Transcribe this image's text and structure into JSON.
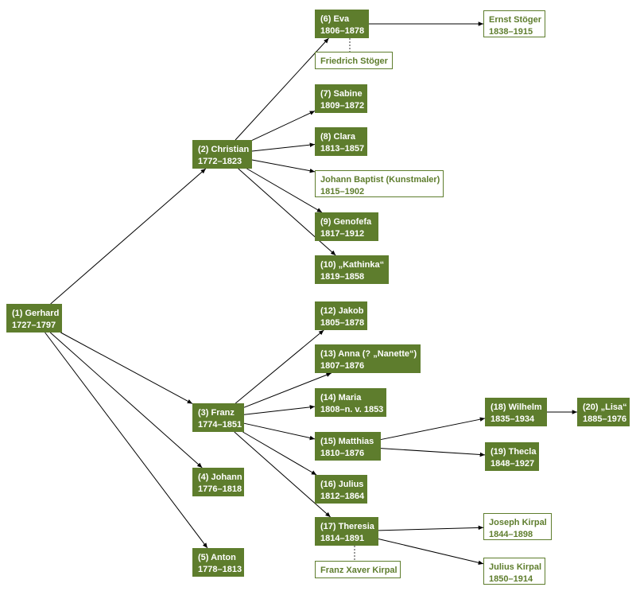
{
  "colors": {
    "fill": "#5e7d2d",
    "outline": "#5e7d2d",
    "edge": "#000000"
  },
  "nodes": {
    "gerhard": {
      "name": "(1) Gerhard",
      "dates": "1727–1797",
      "style": "filled"
    },
    "christian": {
      "name": "(2) Christian",
      "dates": "1772–1823",
      "style": "filled"
    },
    "franz": {
      "name": "(3) Franz",
      "dates": "1774–1851",
      "style": "filled"
    },
    "johann": {
      "name": "(4) Johann",
      "dates": "1776–1818",
      "style": "filled"
    },
    "anton": {
      "name": "(5) Anton",
      "dates": "1778–1813",
      "style": "filled"
    },
    "eva": {
      "name": "(6) Eva",
      "dates": "1806–1878",
      "style": "filled"
    },
    "friedrich": {
      "name": "Friedrich Stöger",
      "dates": "",
      "style": "outlined"
    },
    "ernst": {
      "name": "Ernst Stöger",
      "dates": "1838–1915",
      "style": "outlined"
    },
    "sabine": {
      "name": "(7) Sabine",
      "dates": "1809–1872",
      "style": "filled"
    },
    "clara": {
      "name": "(8) Clara",
      "dates": "1813–1857",
      "style": "filled"
    },
    "johannb": {
      "name": "Johann Baptist (Kunstmaler)",
      "dates": "1815–1902",
      "style": "outlined"
    },
    "genofefa": {
      "name": "(9) Genofefa",
      "dates": "1817–1912",
      "style": "filled"
    },
    "kathinka": {
      "name": "(10) „Kathinka“",
      "dates": "1819–1858",
      "style": "filled"
    },
    "jakob": {
      "name": "(12) Jakob",
      "dates": "1805–1878",
      "style": "filled"
    },
    "anna": {
      "name": "(13) Anna (? „Nanette“)",
      "dates": "1807–1876",
      "style": "filled"
    },
    "maria": {
      "name": "(14) Maria",
      "dates": "1808–n. v. 1853",
      "style": "filled"
    },
    "matthias": {
      "name": "(15) Matthias",
      "dates": "1810–1876",
      "style": "filled"
    },
    "julius": {
      "name": "(16) Julius",
      "dates": "1812–1864",
      "style": "filled"
    },
    "theresia": {
      "name": "(17) Theresia",
      "dates": "1814–1891",
      "style": "filled"
    },
    "franzx": {
      "name": "Franz Xaver Kirpal",
      "dates": "",
      "style": "outlined"
    },
    "wilhelm": {
      "name": "(18) Wilhelm",
      "dates": "1835–1934",
      "style": "filled"
    },
    "thecla": {
      "name": "(19) Thecla",
      "dates": "1848–1927",
      "style": "filled"
    },
    "lisa": {
      "name": "(20) „Lisa“",
      "dates": "1885–1976",
      "style": "filled"
    },
    "josephk": {
      "name": "Joseph Kirpal",
      "dates": "1844–1898",
      "style": "outlined"
    },
    "juliusk": {
      "name": "Julius Kirpal",
      "dates": "1850–1914",
      "style": "outlined"
    }
  },
  "edges": [
    {
      "from": "gerhard",
      "to": "christian",
      "type": "child"
    },
    {
      "from": "gerhard",
      "to": "franz",
      "type": "child"
    },
    {
      "from": "gerhard",
      "to": "johann",
      "type": "child"
    },
    {
      "from": "gerhard",
      "to": "anton",
      "type": "child"
    },
    {
      "from": "christian",
      "to": "eva",
      "type": "child"
    },
    {
      "from": "christian",
      "to": "sabine",
      "type": "child"
    },
    {
      "from": "christian",
      "to": "clara",
      "type": "child"
    },
    {
      "from": "christian",
      "to": "johannb",
      "type": "child"
    },
    {
      "from": "christian",
      "to": "genofefa",
      "type": "child"
    },
    {
      "from": "christian",
      "to": "kathinka",
      "type": "child"
    },
    {
      "from": "eva",
      "to": "ernst",
      "type": "child"
    },
    {
      "from": "eva",
      "to": "friedrich",
      "type": "spouse"
    },
    {
      "from": "franz",
      "to": "jakob",
      "type": "child"
    },
    {
      "from": "franz",
      "to": "anna",
      "type": "child"
    },
    {
      "from": "franz",
      "to": "maria",
      "type": "child"
    },
    {
      "from": "franz",
      "to": "matthias",
      "type": "child"
    },
    {
      "from": "franz",
      "to": "julius",
      "type": "child"
    },
    {
      "from": "franz",
      "to": "theresia",
      "type": "child"
    },
    {
      "from": "matthias",
      "to": "wilhelm",
      "type": "child"
    },
    {
      "from": "matthias",
      "to": "thecla",
      "type": "child"
    },
    {
      "from": "wilhelm",
      "to": "lisa",
      "type": "child"
    },
    {
      "from": "theresia",
      "to": "josephk",
      "type": "child"
    },
    {
      "from": "theresia",
      "to": "juliusk",
      "type": "child"
    },
    {
      "from": "theresia",
      "to": "franzx",
      "type": "spouse"
    }
  ]
}
